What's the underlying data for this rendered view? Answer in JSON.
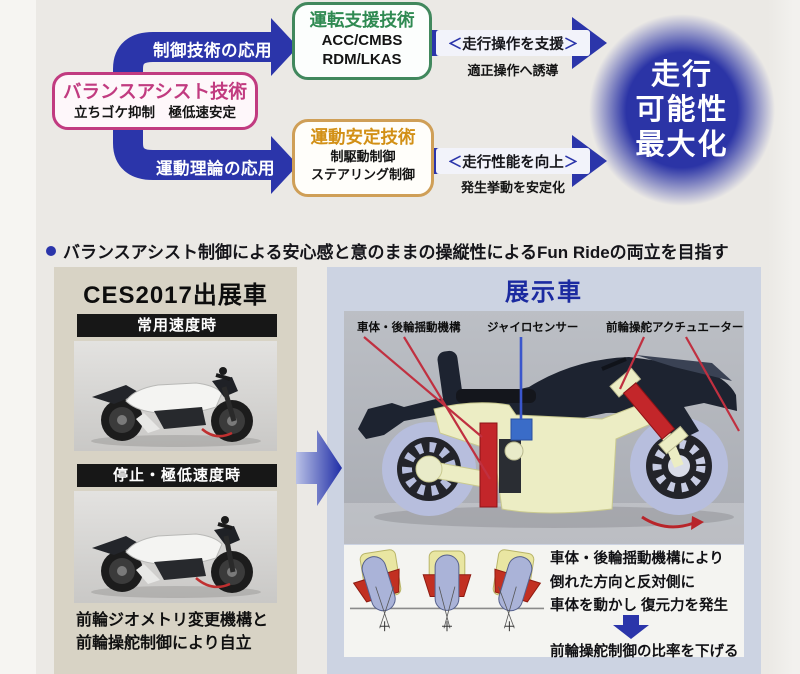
{
  "top_flow": {
    "balance_box": {
      "title": "バランスアシスト技術",
      "subtitle": "立ちゴケ抑制　極低速安定"
    },
    "arrow_top_label": "制御技術の応用",
    "arrow_bottom_label": "運動理論の応用",
    "driving_box": {
      "title": "運転支援技術",
      "line1": "ACC/CMBS",
      "line2": "RDM/LKAS"
    },
    "motion_box": {
      "title": "運動安定技術",
      "line1": "制駆動制御",
      "line2": "ステアリング制御"
    },
    "support_top": {
      "bracket_open": "＜",
      "text": "走行操作を支援",
      "bracket_close": "＞",
      "sub": "適正操作へ誘導"
    },
    "support_bottom": {
      "bracket_open": "＜",
      "text": "走行性能を向上",
      "bracket_close": "＞",
      "sub": "発生挙動を安定化"
    },
    "goal_circle": {
      "line1": "走行",
      "line2": "可能性",
      "line3": "最大化"
    }
  },
  "bullet": {
    "text": "バランスアシスト制御による安心感と意のままの操縦性によるFun Rideの両立を目指す"
  },
  "left_panel": {
    "title": "CES2017出展車",
    "bar1": "常用速度時",
    "bar2": "停止・極低速度時",
    "caption_line1": "前輪ジオメトリ変更機構と",
    "caption_line2": "前輪操舵制御により自立"
  },
  "right_panel": {
    "title": "展示車",
    "label_rear": "車体・後輪揺動機構",
    "label_gyro": "ジャイロセンサー",
    "label_front": "前輪操舵アクチュエーター",
    "mech_line1": "車体・後輪揺動機構により",
    "mech_line2": "倒れた方向と反対側に",
    "mech_line3": "車体を動かし 復元力を発生",
    "mech_result": "前輪操舵制御の比率を下げる"
  },
  "colors": {
    "flow_blue": "#2b35aa",
    "pink": "#c13b80",
    "green": "#2f8a52",
    "orange": "#d29016",
    "panel_left_bg": "#d8d3c5",
    "panel_right_bg": "#ccd3e2",
    "highlight_red": "#c3262a",
    "frame_cream": "#ecedc4",
    "wheel_lavender": "#b7bedd",
    "gyro_blue": "#3a6cc8"
  }
}
